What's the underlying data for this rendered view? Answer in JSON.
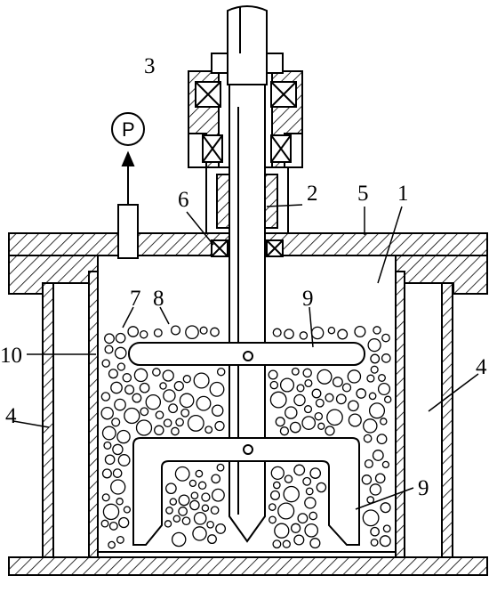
{
  "figure": {
    "labels": {
      "l1": "1",
      "l2": "2",
      "l3": "3",
      "l4_left": "4",
      "l4_right": "4",
      "l5": "5",
      "l6": "6",
      "l7": "7",
      "l8": "8",
      "l9_top": "9",
      "l9_bottom": "9",
      "l10": "10",
      "gauge": "P"
    },
    "colors": {
      "line": "#000000",
      "background": "#ffffff"
    }
  }
}
